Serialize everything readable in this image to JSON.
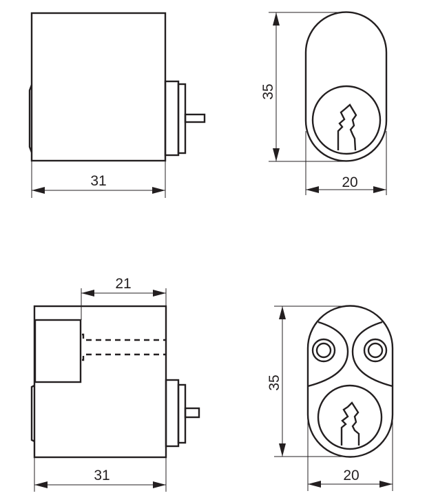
{
  "figure": {
    "description": "Technical drawing of oval lock cylinders with dimensions",
    "colors": {
      "line": "#231f20",
      "background": "#ffffff"
    },
    "views": [
      {
        "name": "top-side-view",
        "dimensions": {
          "length": "31"
        }
      },
      {
        "name": "top-front-view",
        "dimensions": {
          "height": "35",
          "width": "20"
        }
      },
      {
        "name": "bottom-side-view",
        "dimensions": {
          "length": "31",
          "inset": "21"
        }
      },
      {
        "name": "bottom-front-view",
        "dimensions": {
          "height": "35",
          "width": "20"
        }
      }
    ]
  }
}
